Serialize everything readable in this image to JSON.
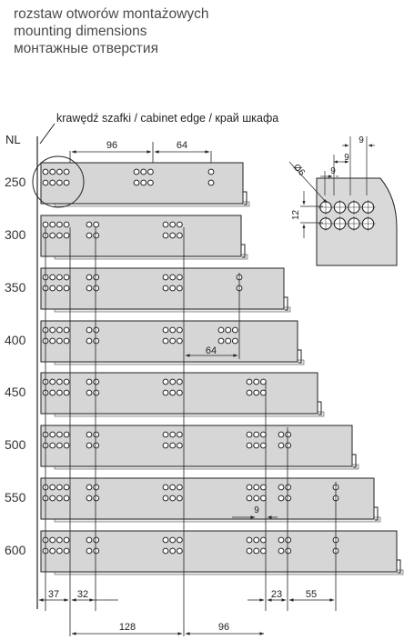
{
  "title": {
    "pl": "rozstaw otworów montażowych",
    "en": "mounting dimensions",
    "ru": "монтажные отверстия"
  },
  "edge_label": "krawędź szafki / cabinet edge / край шкафа",
  "nl_label": "NL",
  "sizes": [
    {
      "nl": "250",
      "holes": [
        "A",
        "B",
        "C"
      ]
    },
    {
      "nl": "300",
      "holes": [
        "A",
        "D",
        "E"
      ]
    },
    {
      "nl": "350",
      "holes": [
        "A",
        "D",
        "E",
        "F"
      ]
    },
    {
      "nl": "400",
      "holes": [
        "A",
        "D",
        "E",
        "G"
      ]
    },
    {
      "nl": "450",
      "holes": [
        "A",
        "D",
        "E",
        "H"
      ]
    },
    {
      "nl": "500",
      "holes": [
        "A",
        "D",
        "E",
        "I",
        "J"
      ]
    },
    {
      "nl": "550",
      "holes": [
        "A",
        "D",
        "E",
        "I",
        "J",
        "K"
      ]
    },
    {
      "nl": "600",
      "holes": [
        "A",
        "D",
        "E",
        "I",
        "J",
        "K"
      ]
    }
  ],
  "dims_top": {
    "d1": "96",
    "d2": "64"
  },
  "dim_400": "64",
  "dim_550": "9",
  "dims_bottom": {
    "a": "37",
    "b": "32",
    "c": "23",
    "d": "55",
    "e": "128",
    "f": "96"
  },
  "detail": {
    "diameter": "Ø6",
    "pitch_a": "9",
    "pitch_b": "9",
    "pitch_c": "9",
    "vertical": "12"
  }
}
